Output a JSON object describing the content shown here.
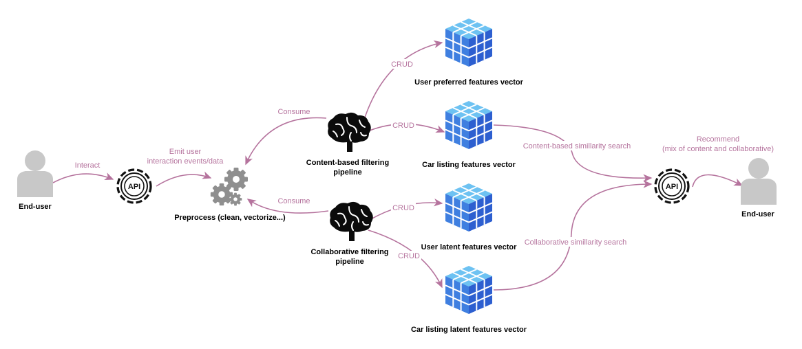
{
  "colors": {
    "edge": "#b5739d",
    "edge_label": "#b5739d",
    "user_icon": "#c8c8c8",
    "cube_top": "#7ac9f5",
    "cube_mid": "#4a8de8",
    "cube_dark": "#2750c4",
    "node_text": "#000000"
  },
  "nodes": {
    "end_user_left": "End-user",
    "end_user_right": "End-user",
    "api_left": "API",
    "api_right": "API",
    "preprocess": "Preprocess (clean, vectorize...)",
    "content_pipeline": [
      "Content-based filtering",
      "pipeline"
    ],
    "collab_pipeline": [
      "Collaborative filtering",
      "pipeline"
    ],
    "user_pref_vector": "User preferred features vector",
    "car_listing_vector": "Car listing features vector",
    "user_latent_vector": "User latent features vector",
    "car_latent_vector": "Car listing latent features vector"
  },
  "edges": {
    "interact": "Interact",
    "emit": [
      "Emit user",
      "interaction events/data"
    ],
    "consume_top": "Consume",
    "consume_bottom": "Consume",
    "crud_1": "CRUD",
    "crud_2": "CRUD",
    "crud_3": "CRUD",
    "crud_4": "CRUD",
    "content_search": "Content-based simillarity search",
    "collab_search": "Collaborative simillarity search",
    "recommend": [
      "Recommend",
      "(mix of content and collaborative)"
    ]
  }
}
